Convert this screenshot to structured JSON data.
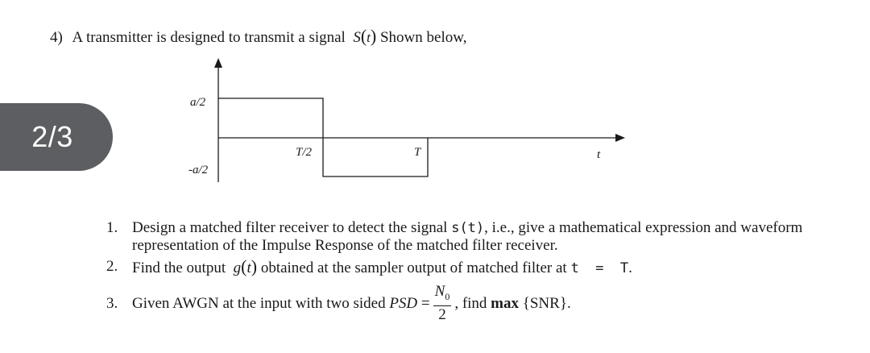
{
  "question": {
    "number": "4)",
    "text": "A transmitter is designed to transmit a signal",
    "signal_fn": "S",
    "signal_arg": "t",
    "text_after": "Shown below,"
  },
  "page_indicator": "2/3",
  "waveform": {
    "y_high_label": "a/2",
    "y_low_label": "-a/2",
    "x_mid_label": "T/2",
    "x_end_label": "T",
    "x_axis_label": "t"
  },
  "parts": [
    {
      "number": "1.",
      "text_before": "Design a matched filter receiver to detect the signal",
      "expr": "s(t)",
      "text_after": ", i.e., give a mathematical expression and waveform representation of the Impulse Response of the matched filter receiver."
    },
    {
      "number": "2.",
      "text_before": "Find the output",
      "fn": "g",
      "arg": "t",
      "text_mid": "obtained at the sampler output of matched filter at",
      "expr": "t  =  T",
      "text_after": "."
    },
    {
      "number": "3.",
      "text_before": "Given AWGN at the input with two sided",
      "psd_label": "PSD",
      "equals": "=",
      "frac_num": "N",
      "frac_num_sub": "0",
      "frac_den": "2",
      "text_mid": ", find",
      "bold_word": "max",
      "text_after": "{SNR}."
    }
  ]
}
